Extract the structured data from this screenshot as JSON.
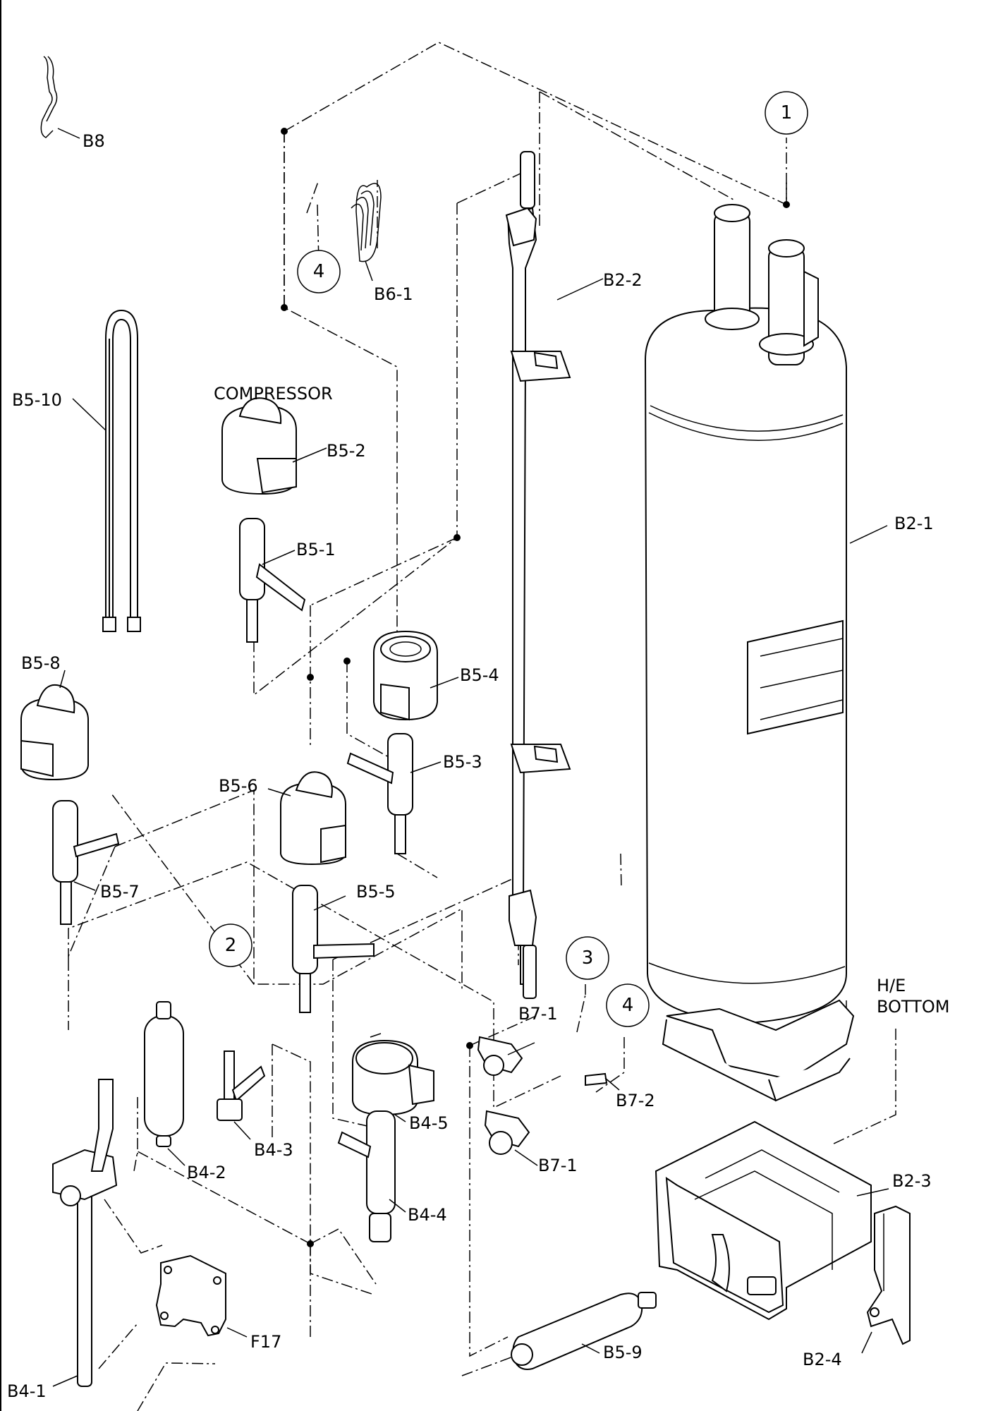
{
  "labels": {
    "b8": "B8",
    "b6_1": "B6-1",
    "b2_2": "B2-2",
    "compressor": "COMPRESSOR",
    "b5_10": "B5-10",
    "b5_2": "B5-2",
    "b5_1": "B5-1",
    "b2_1": "B2-1",
    "b5_8": "B5-8",
    "b5_4": "B5-4",
    "b5_3": "B5-3",
    "b5_6": "B5-6",
    "b5_7": "B5-7",
    "b5_5": "B5-5",
    "b7_1_top": "B7-1",
    "he_bottom_1": "H/E",
    "he_bottom_2": "BOTTOM",
    "b4_5": "B4-5",
    "b7_2": "B7-2",
    "b4_3": "B4-3",
    "b4_2": "B4-2",
    "b7_1": "B7-1",
    "b2_3": "B2-3",
    "b4_4": "B4-4",
    "f17": "F17",
    "b5_9": "B5-9",
    "b4_1": "B4-1",
    "b2_4": "B2-4"
  },
  "callouts": {
    "c1": "1",
    "c2": "2",
    "c3": "3",
    "c4_left": "4",
    "c4_right": "4"
  }
}
